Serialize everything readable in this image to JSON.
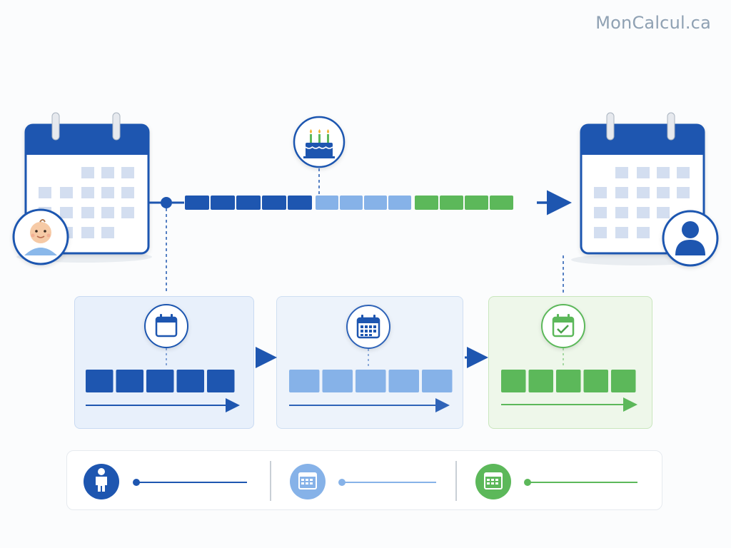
{
  "brand": {
    "text": "MonCalcul.ca"
  },
  "colors": {
    "dark_blue": "#1e56b0",
    "light_blue": "#86b2e8",
    "green": "#5cb85a",
    "grey_text": "#8fa1b3"
  },
  "icons": {
    "start_calendar": "calendar-icon",
    "baby": "baby-icon",
    "birthday": "birthday-cake-icon",
    "end_calendar": "calendar-icon",
    "person": "person-icon",
    "panel_1": "calendar-icon",
    "panel_2": "calendar-grid-icon",
    "panel_3": "calendar-check-icon",
    "legend_1": "child-icon",
    "legend_2": "calendar-grid-icon",
    "legend_3": "calendar-grid-icon"
  },
  "timeline": {
    "dark_segments": 5,
    "light_segments": 4,
    "green_segments": 4
  },
  "panels": [
    {
      "color": "dark",
      "segments": 5
    },
    {
      "color": "light",
      "segments": 5
    },
    {
      "color": "green",
      "segments": 5
    }
  ]
}
